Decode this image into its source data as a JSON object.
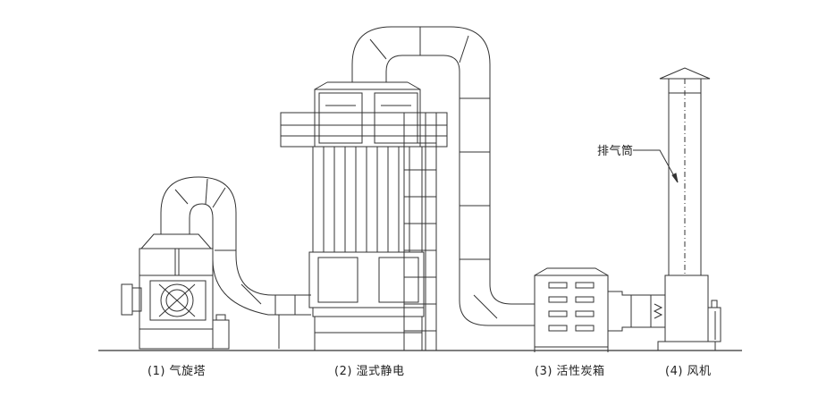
{
  "diagram": {
    "labels": {
      "cyclone_tower": "(1) 气旋塔",
      "wet_esp": "(2) 湿式静电",
      "carbon_box": "(3) 活性炭箱",
      "fan": "(4) 风机"
    },
    "callouts": {
      "exhaust_stack": "排气筒"
    },
    "colors": {
      "line": "#333333",
      "background": "#ffffff"
    }
  }
}
